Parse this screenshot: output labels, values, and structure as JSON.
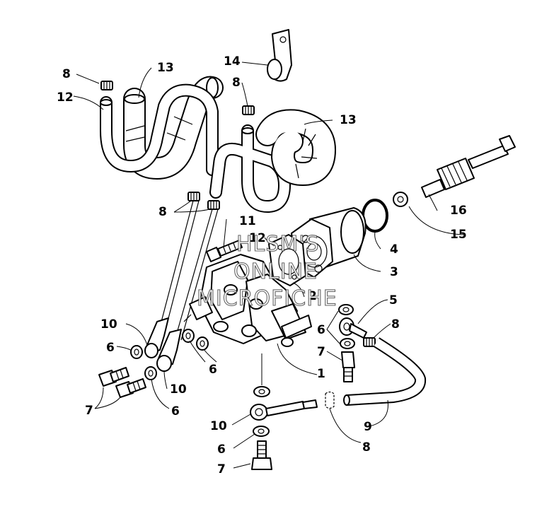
{
  "watermark": {
    "line1": "HLSM'S",
    "line2": "ONLINE",
    "line3": "MICROFICHE"
  },
  "callouts": {
    "c1": "1",
    "c2": "2",
    "c3": "3",
    "c4": "4",
    "c5": "5",
    "c6a": "6",
    "c6b": "6",
    "c6c": "6",
    "c6d": "6",
    "c6e": "6",
    "c7a": "7",
    "c7b": "7",
    "c7c": "7",
    "c8a": "8",
    "c8b": "8",
    "c8c": "8",
    "c8d": "8",
    "c8e": "8",
    "c9": "9",
    "c10a": "10",
    "c10b": "10",
    "c10c": "10",
    "c11": "11",
    "c12a": "12",
    "c12b": "12",
    "c13a": "13",
    "c13b": "13",
    "c14": "14",
    "c15": "15",
    "c16": "16"
  }
}
